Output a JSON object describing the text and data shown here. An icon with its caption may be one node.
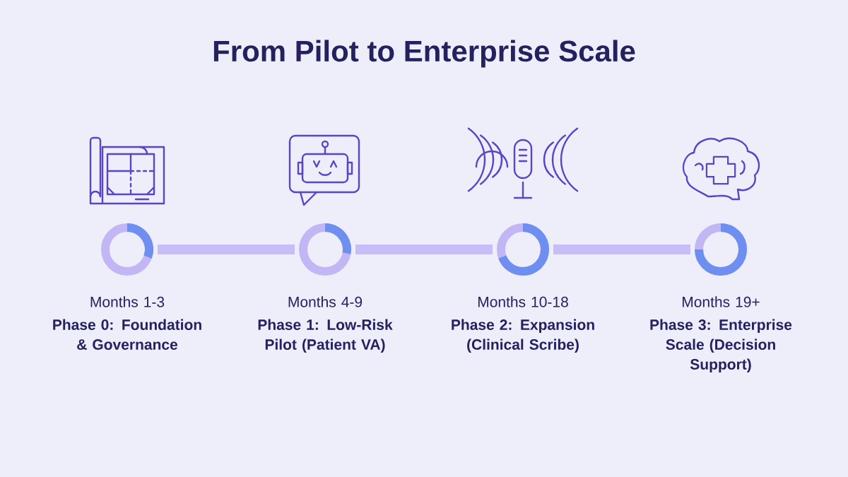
{
  "diagram": {
    "title": "From Pilot to Enterprise Scale",
    "nodes": [
      {
        "text": [],
        "shape": "circle",
        "beside": [
          "Months 1-3",
          "Phase 0: Foundation & Governance"
        ]
      },
      {
        "text": [],
        "shape": "circle",
        "beside": [
          "Months 4-9",
          "Phase 1: Low-Risk Pilot (Patient VA)"
        ]
      },
      {
        "text": [],
        "shape": "circle",
        "beside": [
          "Months 10-18",
          "Phase 2: Expansion (Clinical Scribe)"
        ]
      },
      {
        "text": [],
        "shape": "circle",
        "beside": [
          "Months 19+",
          "Phase 3: Enterprise Scale (Decision Support)"
        ]
      }
    ],
    "edges": [
      {
        "from": 0,
        "to": 1,
        "arrow": "none"
      },
      {
        "from": 1,
        "to": 2,
        "arrow": "none"
      },
      {
        "from": 2,
        "to": 3,
        "arrow": "none"
      }
    ]
  }
}
